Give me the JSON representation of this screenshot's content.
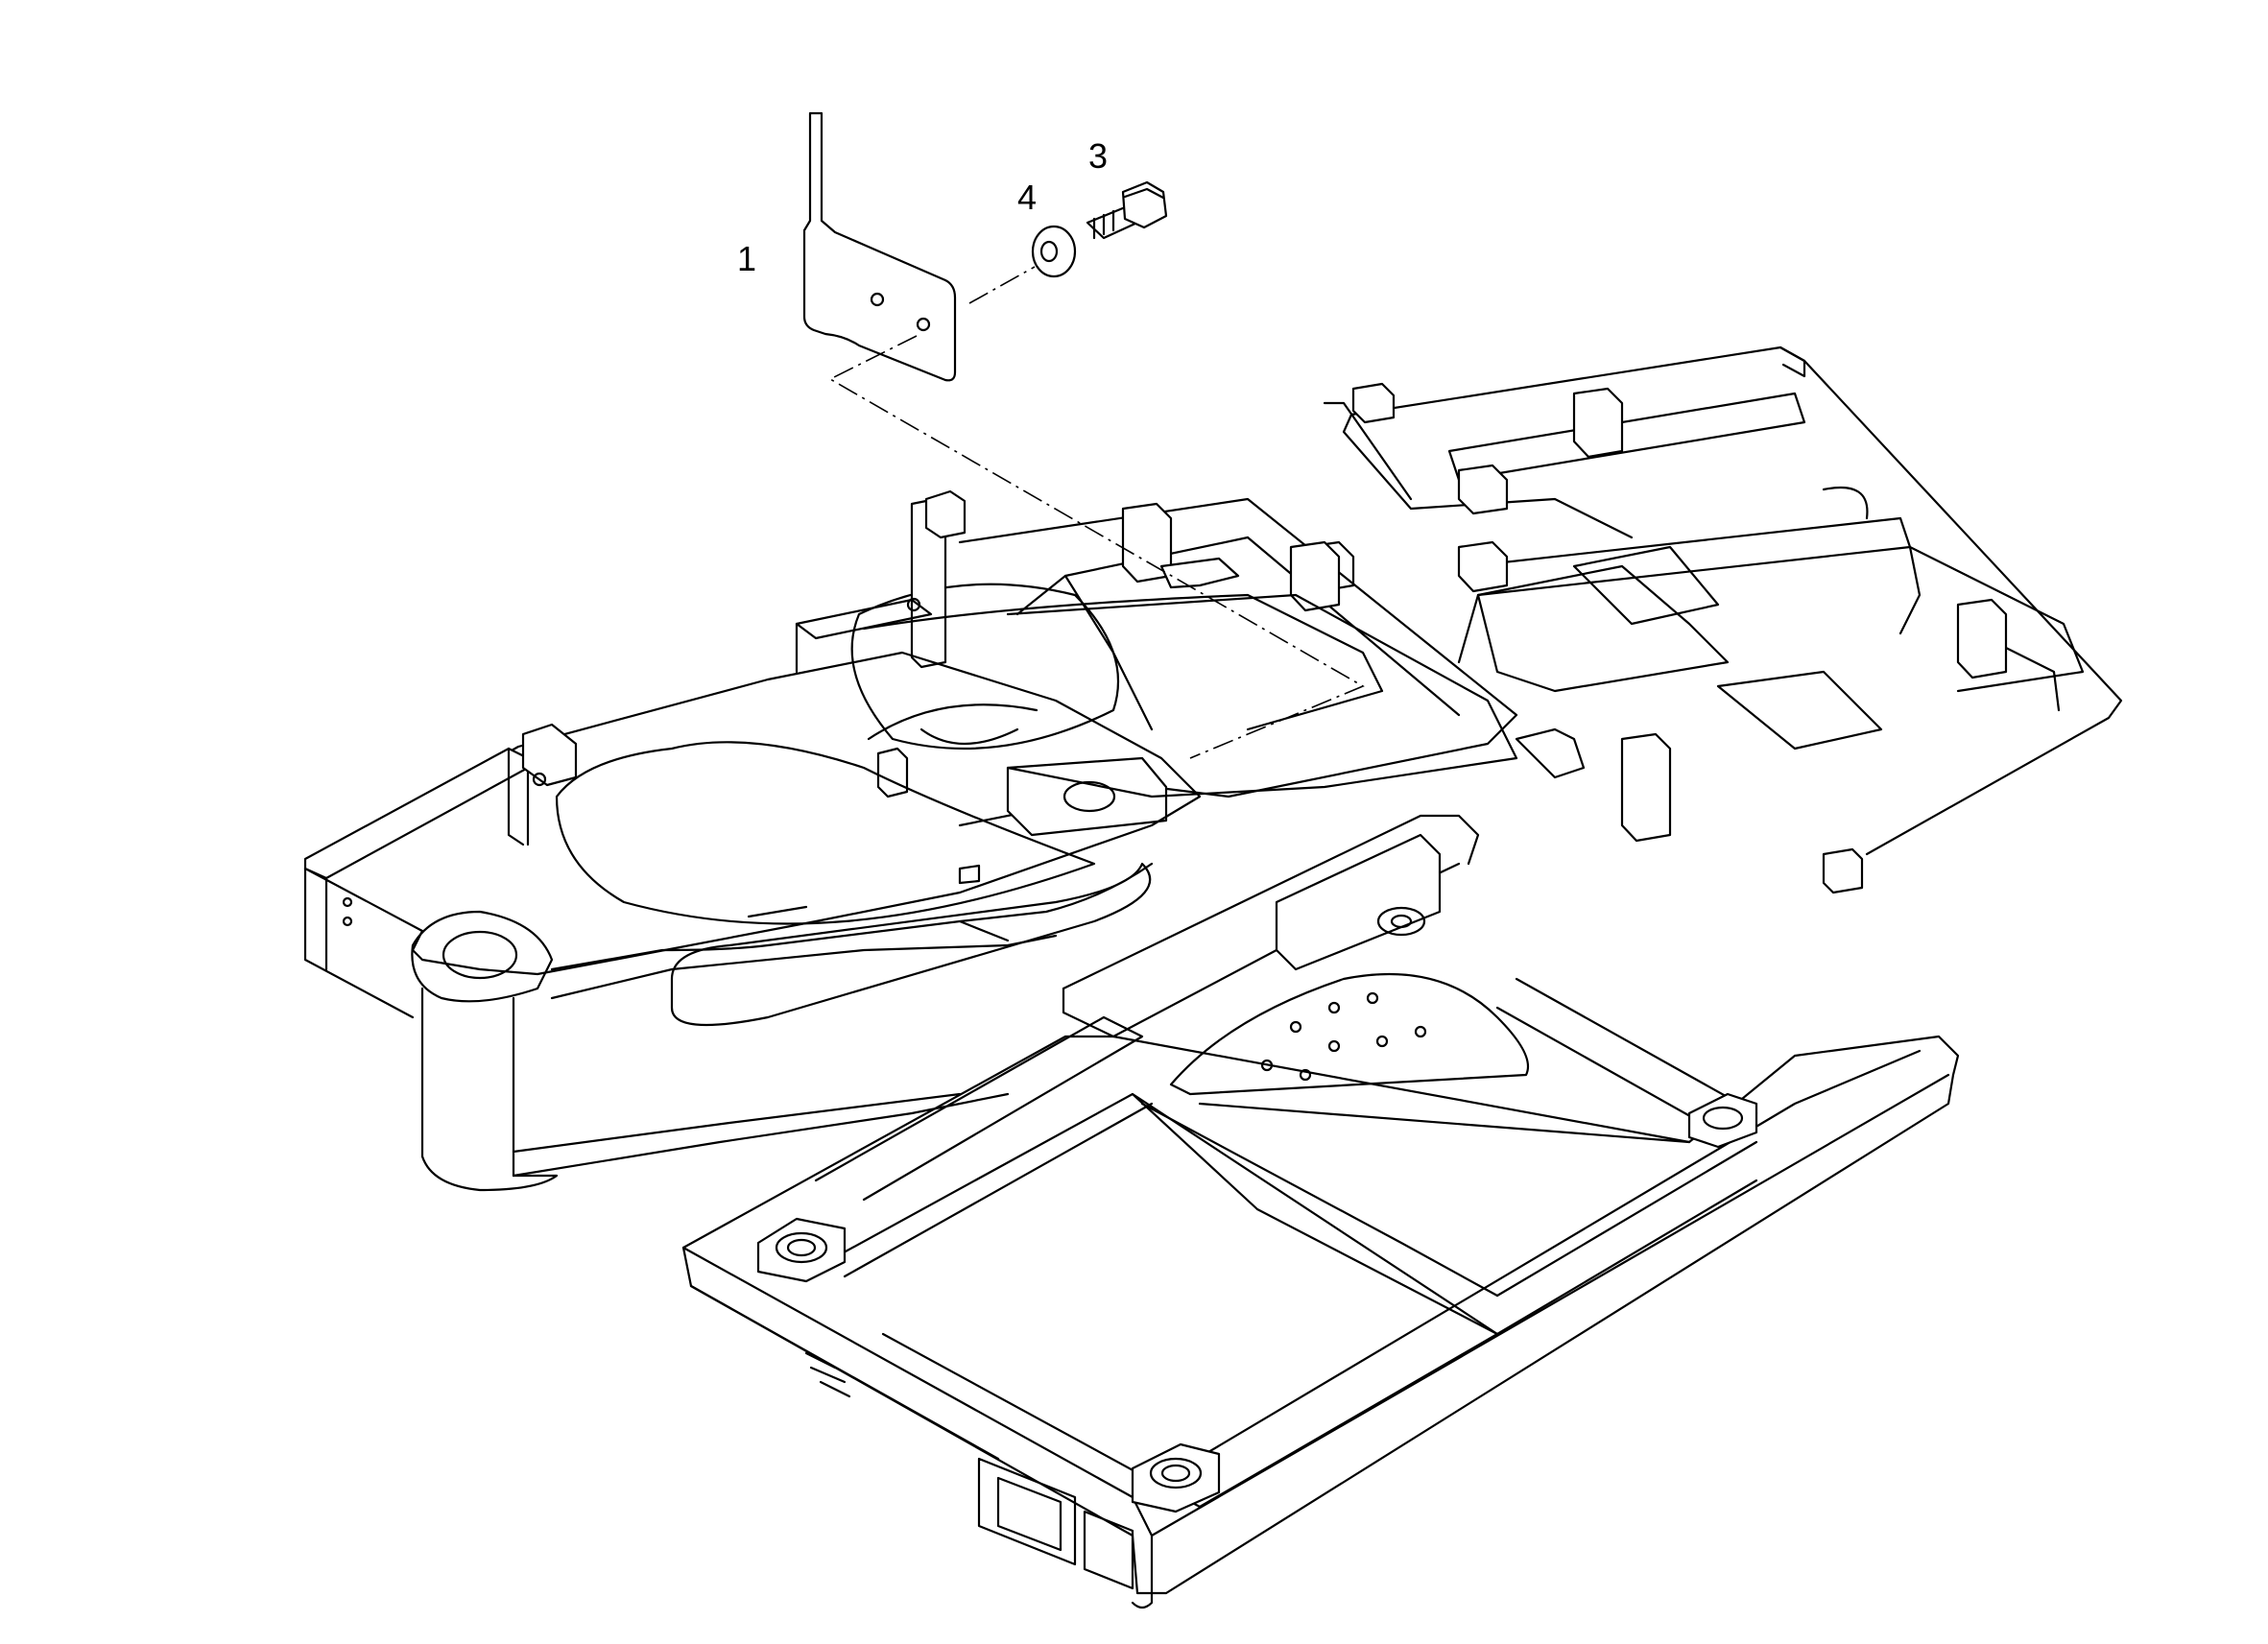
{
  "diagram": {
    "callouts": [
      {
        "id": "1",
        "label": "1",
        "part": "bracket"
      },
      {
        "id": "3",
        "label": "3",
        "part": "bolt"
      },
      {
        "id": "4",
        "label": "4",
        "part": "washer"
      }
    ]
  },
  "colors": {
    "line": "#000000",
    "background": "#ffffff"
  }
}
